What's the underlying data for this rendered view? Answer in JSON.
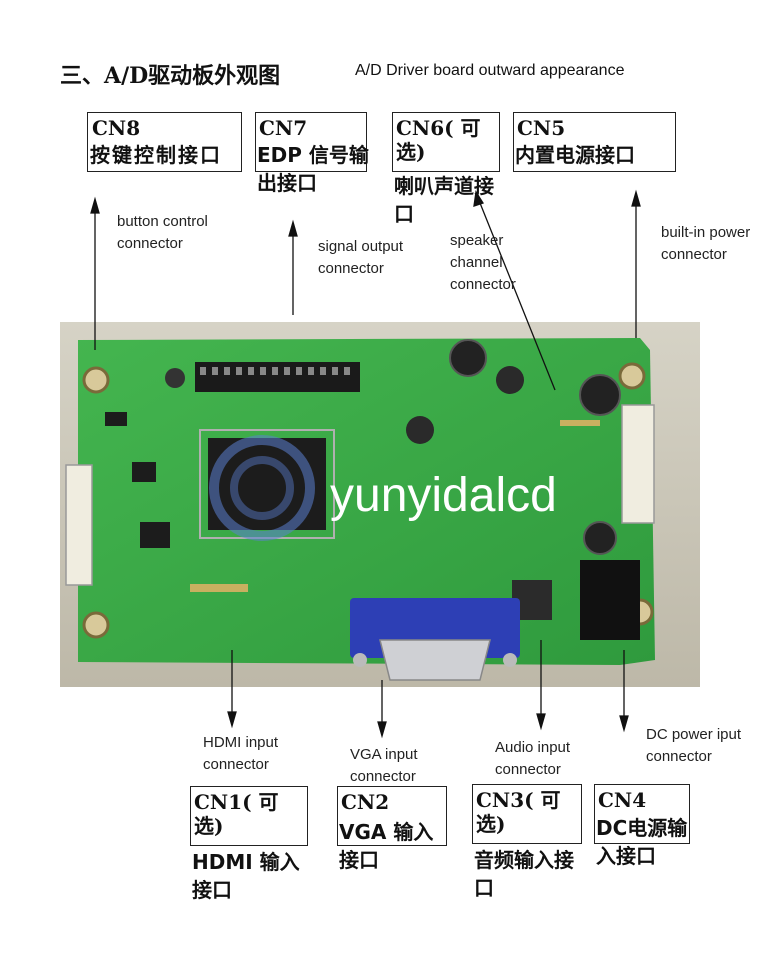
{
  "title": {
    "cn": "三、A/D驱动板外观图",
    "en": "A/D Driver board outward appearance"
  },
  "watermark": "yunyidalcd",
  "connectors_top": [
    {
      "code": "CN8",
      "desc": "按键控制接口",
      "en": "button control connector"
    },
    {
      "code": "CN7",
      "desc": "EDP 信号输出接口",
      "en": "signal output connector"
    },
    {
      "code": "CN6(  可选)",
      "desc": "喇叭声道接口",
      "en": "speaker channel connector"
    },
    {
      "code": "CN5",
      "desc": "内置电源接口",
      "en": "built-in power connector"
    }
  ],
  "connectors_bottom": [
    {
      "code": "CN1(  可选)",
      "desc": "HDMI 输入接口",
      "en": "HDMI input connector"
    },
    {
      "code": "CN2",
      "desc": "VGA 输入接口",
      "en": "VGA input connector"
    },
    {
      "code": "CN3(  可选)",
      "desc": "音频输入接口",
      "en": "Audio input connector"
    },
    {
      "code": "CN4",
      "desc": "DC电源输入接口",
      "en": "DC power iput connector"
    }
  ],
  "colors": {
    "pcb": "#3aa845",
    "pcb_dark": "#2a8a38",
    "vga": "#2d3fb5",
    "background_photo": "#c9c6b8"
  }
}
